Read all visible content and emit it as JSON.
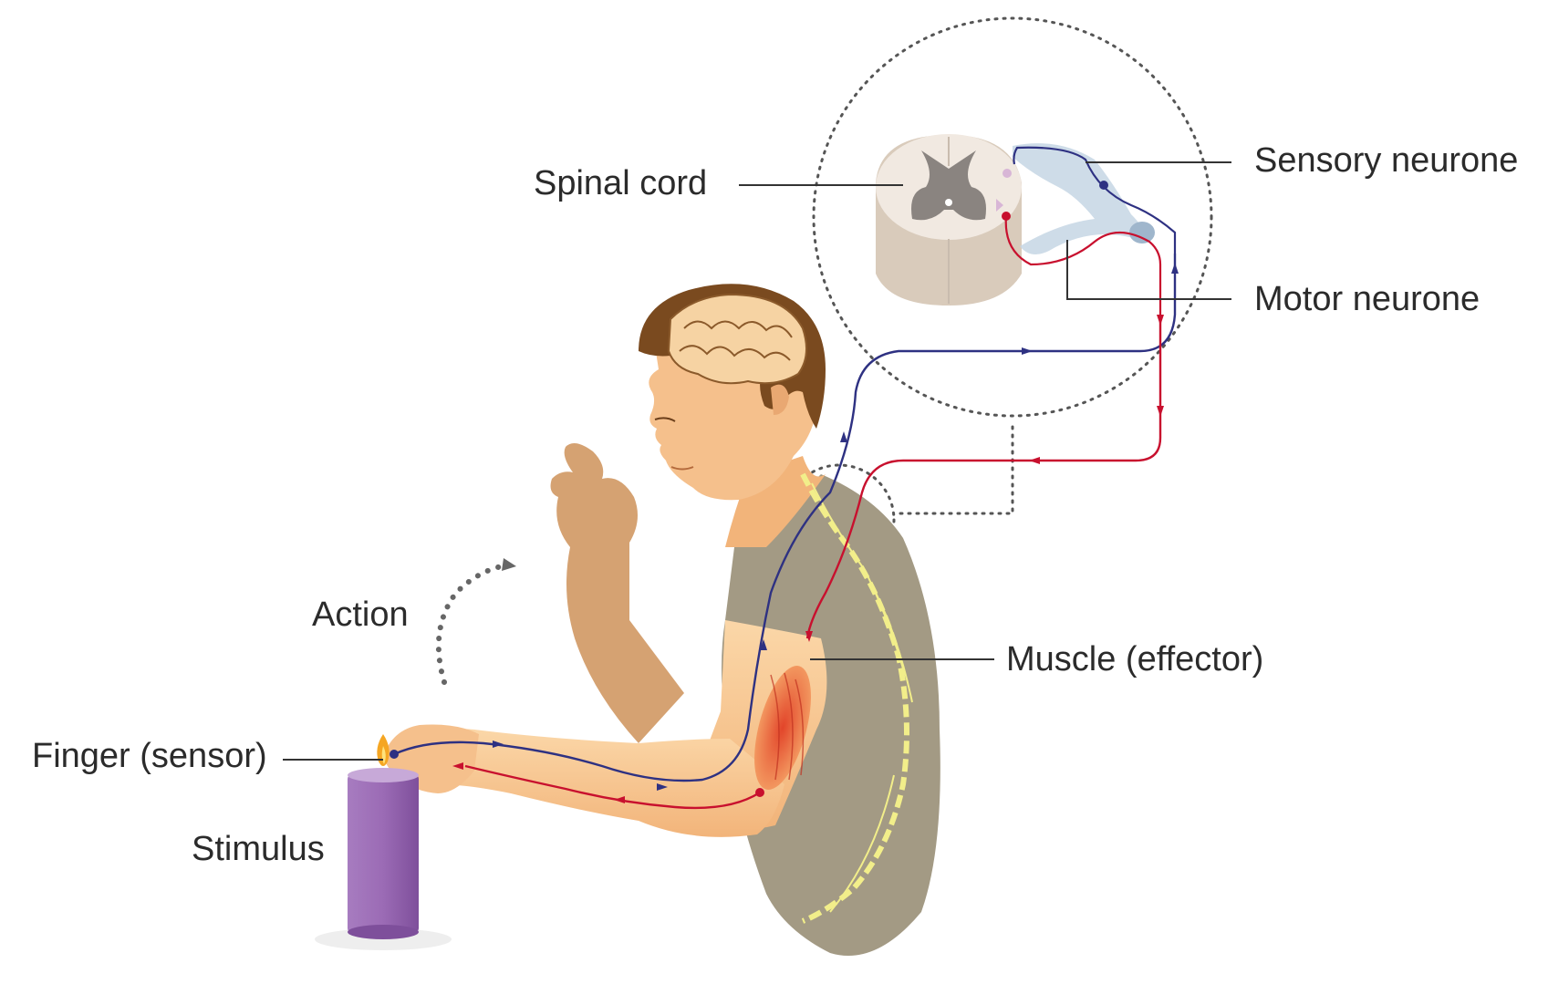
{
  "labels": {
    "spinal_cord": "Spinal cord",
    "sensory_neurone": "Sensory neurone",
    "motor_neurone": "Motor neurone",
    "muscle": "Muscle (effector)",
    "action": "Action",
    "finger": "Finger (sensor)",
    "stimulus": "Stimulus"
  },
  "colors": {
    "sensory": "#2e3182",
    "motor": "#c8102e",
    "skin": "#f7c08a",
    "hair": "#7a4a1f",
    "shirt": "#a39a84",
    "candle": "#9b6bb5",
    "spine_nerves": "#f2ee8a",
    "leader_line": "#333333"
  }
}
